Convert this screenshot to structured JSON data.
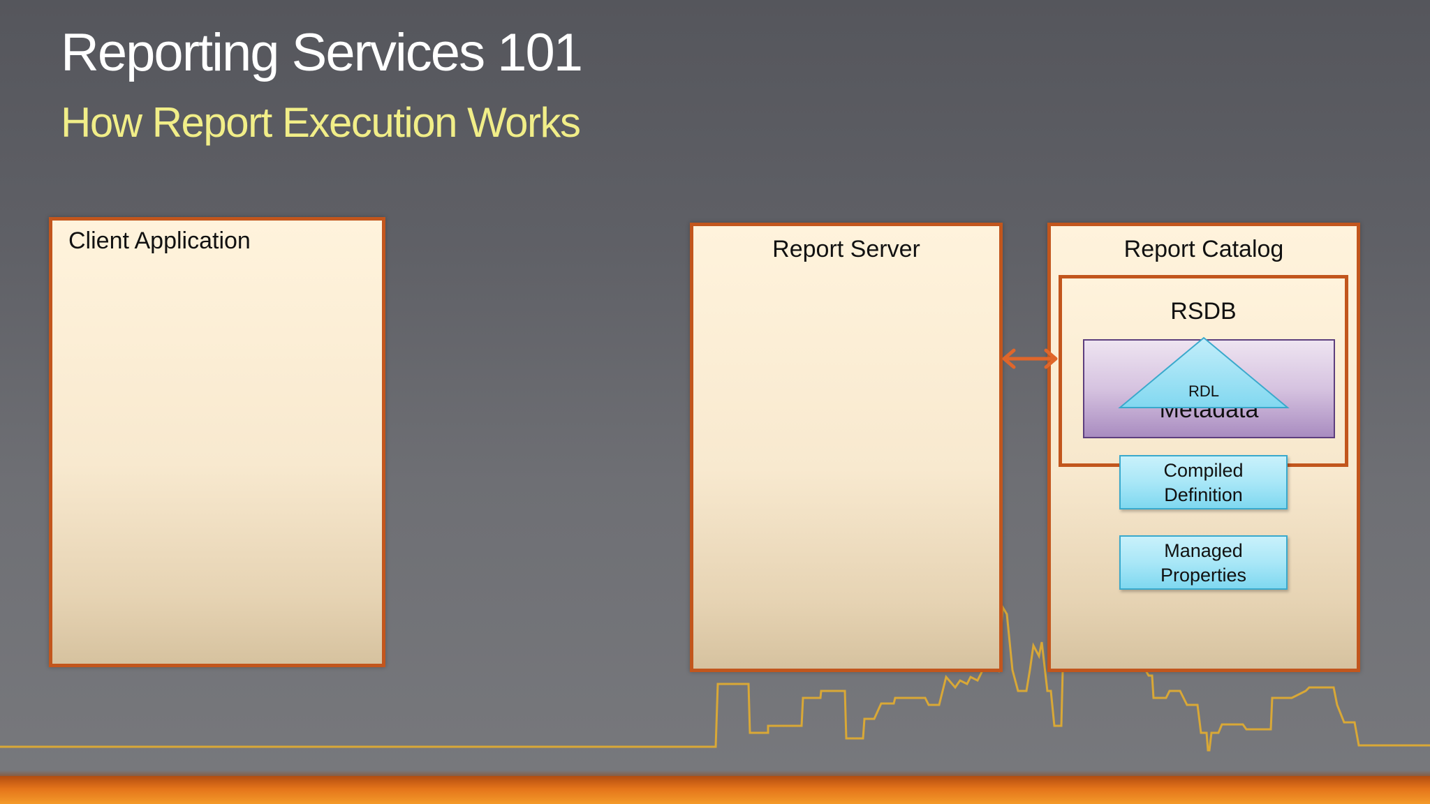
{
  "slide": {
    "title": "Reporting Services 101",
    "subtitle": "How Report Execution Works"
  },
  "diagram": {
    "client_application": "Client Application",
    "report_server": "Report Server",
    "report_catalog": "Report Catalog",
    "rsdb": "RSDB",
    "metadata": "Metadata",
    "rdl": "RDL",
    "compiled_definition": [
      "Compiled",
      "Definition"
    ],
    "managed_properties": [
      "Managed",
      "Properties"
    ]
  },
  "colors": {
    "box_border": "#c2561d",
    "box_fill": "#fff3dc",
    "title": "#ffffff",
    "subtitle": "#f1ee88",
    "cyan_fill": "#a9e7f7",
    "metadata_fill": "#d6c3e0",
    "skyline": "#d9a836",
    "arrow": "#e0662a"
  },
  "icons": {
    "connector": "double-arrow-icon",
    "rdl_shape": "triangle-icon",
    "background": "city-skyline-line"
  }
}
